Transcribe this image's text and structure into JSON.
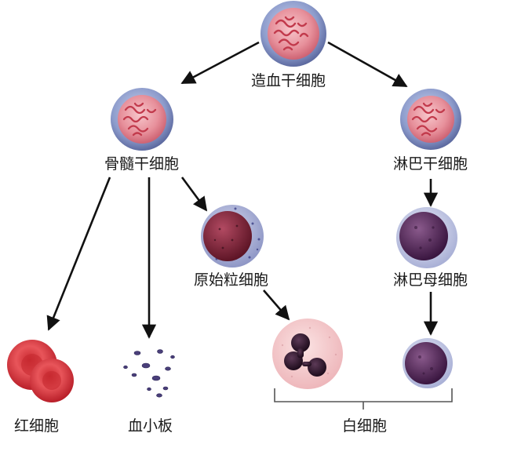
{
  "labels": {
    "hsc": "造血干细胞",
    "myeloid": "骨髓干细胞",
    "lymphoid": "淋巴干细胞",
    "myeloblast": "原始粒细胞",
    "lymphoblast": "淋巴母细胞",
    "rbc": "红细胞",
    "platelet": "血小板",
    "wbc": "白细胞"
  },
  "colors": {
    "arrow": "#111111",
    "stem_membrane": "#7f8fbf",
    "stem_cytoplasm": "#e9a9b4",
    "stem_nucleus": "#c8404f",
    "rbc": "#d63a3f",
    "myeloblast_nucleus": "#8a2436",
    "lymph_nucleus": "#4a1f4a",
    "neutrophil_cytoplasm": "#f3c7c9",
    "neutrophil_nucleus": "#2a1527"
  }
}
